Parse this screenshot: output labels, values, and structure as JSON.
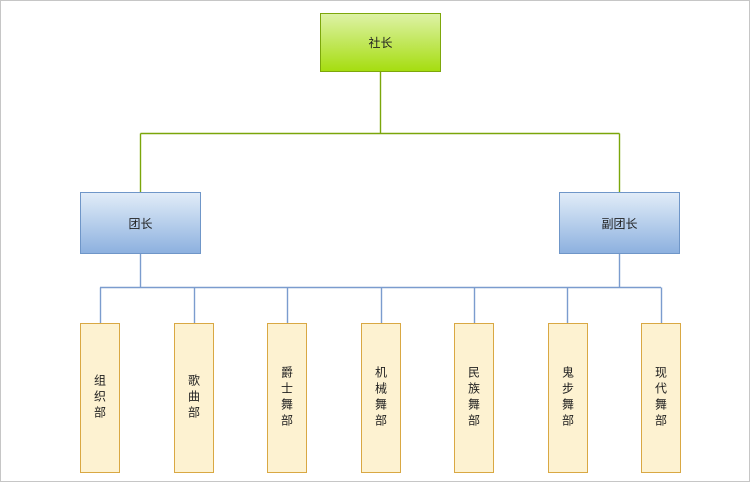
{
  "org_chart": {
    "root": {
      "label": "社长"
    },
    "managers": [
      {
        "label": "团长"
      },
      {
        "label": "副团长"
      }
    ],
    "departments": [
      {
        "label": "组织部"
      },
      {
        "label": "歌曲部"
      },
      {
        "label": "爵士舞部"
      },
      {
        "label": "机械舞部"
      },
      {
        "label": "民族舞部"
      },
      {
        "label": "鬼步舞部"
      },
      {
        "label": "现代舞部"
      }
    ]
  },
  "colors": {
    "root_fill_top": "#ddf2a5",
    "root_fill_bottom": "#a6dd10",
    "root_border": "#7da70b",
    "manager_fill_top": "#e1ecf8",
    "manager_fill_bottom": "#8db1df",
    "manager_border": "#6f96c8",
    "department_fill": "#fdf2d1",
    "department_border": "#d9a843",
    "connector_green": "#7ba60a",
    "connector_blue": "#7b9cce",
    "canvas_border": "#c6c6c6",
    "text": "#1f1f1f"
  }
}
